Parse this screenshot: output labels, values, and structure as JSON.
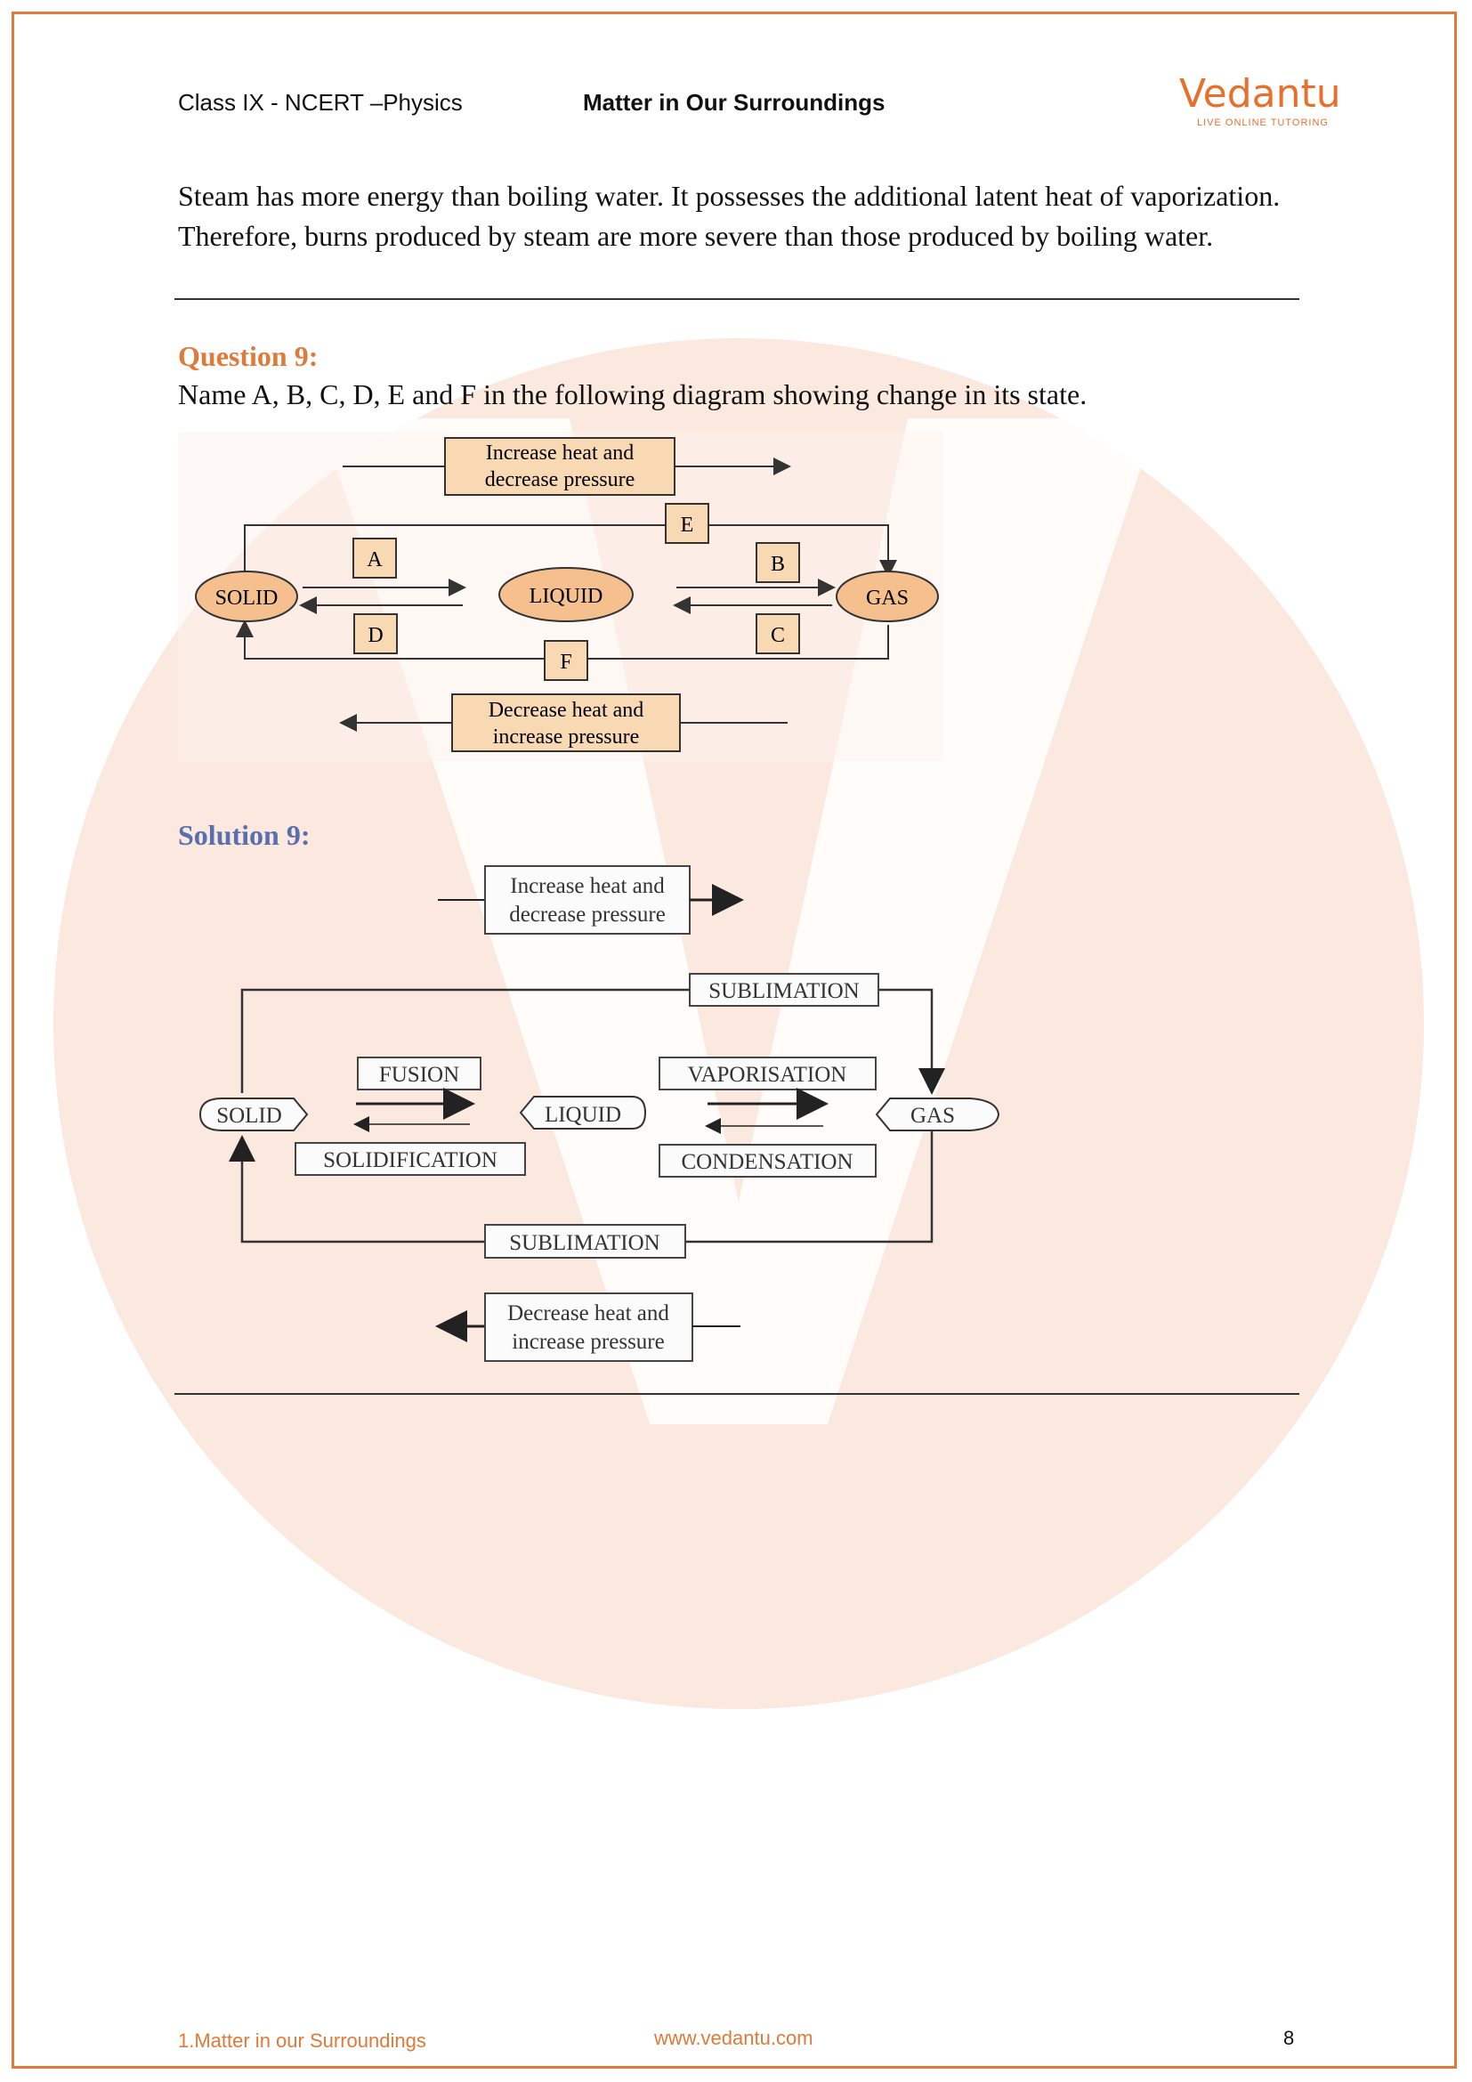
{
  "header": {
    "left": "Class IX - NCERT –Physics",
    "center": "Matter in Our Surroundings",
    "logo_word": "Vedantu",
    "logo_tagline": "LIVE ONLINE TUTORING"
  },
  "answer_paragraph": "Steam has more energy than boiling water. It possesses the additional latent heat of vaporization. Therefore, burns produced by steam are more severe than those produced by boiling water.",
  "question": {
    "label": "Question 9:",
    "text": "Name A, B, C, D, E and F in the following diagram showing change in its state."
  },
  "question_diagram": {
    "top_box": [
      "Increase heat and",
      "decrease pressure"
    ],
    "bottom_box": [
      "Decrease heat and",
      "increase pressure"
    ],
    "states": [
      "SOLID",
      "LIQUID",
      "GAS"
    ],
    "labels": {
      "A": "A",
      "B": "B",
      "C": "C",
      "D": "D",
      "E": "E",
      "F": "F"
    }
  },
  "solution": {
    "label": "Solution 9:"
  },
  "solution_diagram": {
    "top_box": [
      "Increase heat and",
      "decrease pressure"
    ],
    "bottom_box": [
      "Decrease heat and",
      "increase pressure"
    ],
    "states": [
      "SOLID",
      "LIQUID",
      "GAS"
    ],
    "sublimation_top": "SUBLIMATION",
    "sublimation_bottom": "SUBLIMATION",
    "fusion": "FUSION",
    "solidification": "SOLIDIFICATION",
    "vaporisation": "VAPORISATION",
    "condensation": "CONDENSATION"
  },
  "footer": {
    "left": "1.Matter in our Surroundings",
    "center": "www.vedantu.com",
    "page_number": "8"
  },
  "colors": {
    "border": "#e07a3a",
    "question_label": "#e07a3a",
    "solution_label": "#5a6fae",
    "state_fill": "#f5c08e",
    "box_fill": "#f9d8b4",
    "watermark": "#fbe6dc"
  }
}
